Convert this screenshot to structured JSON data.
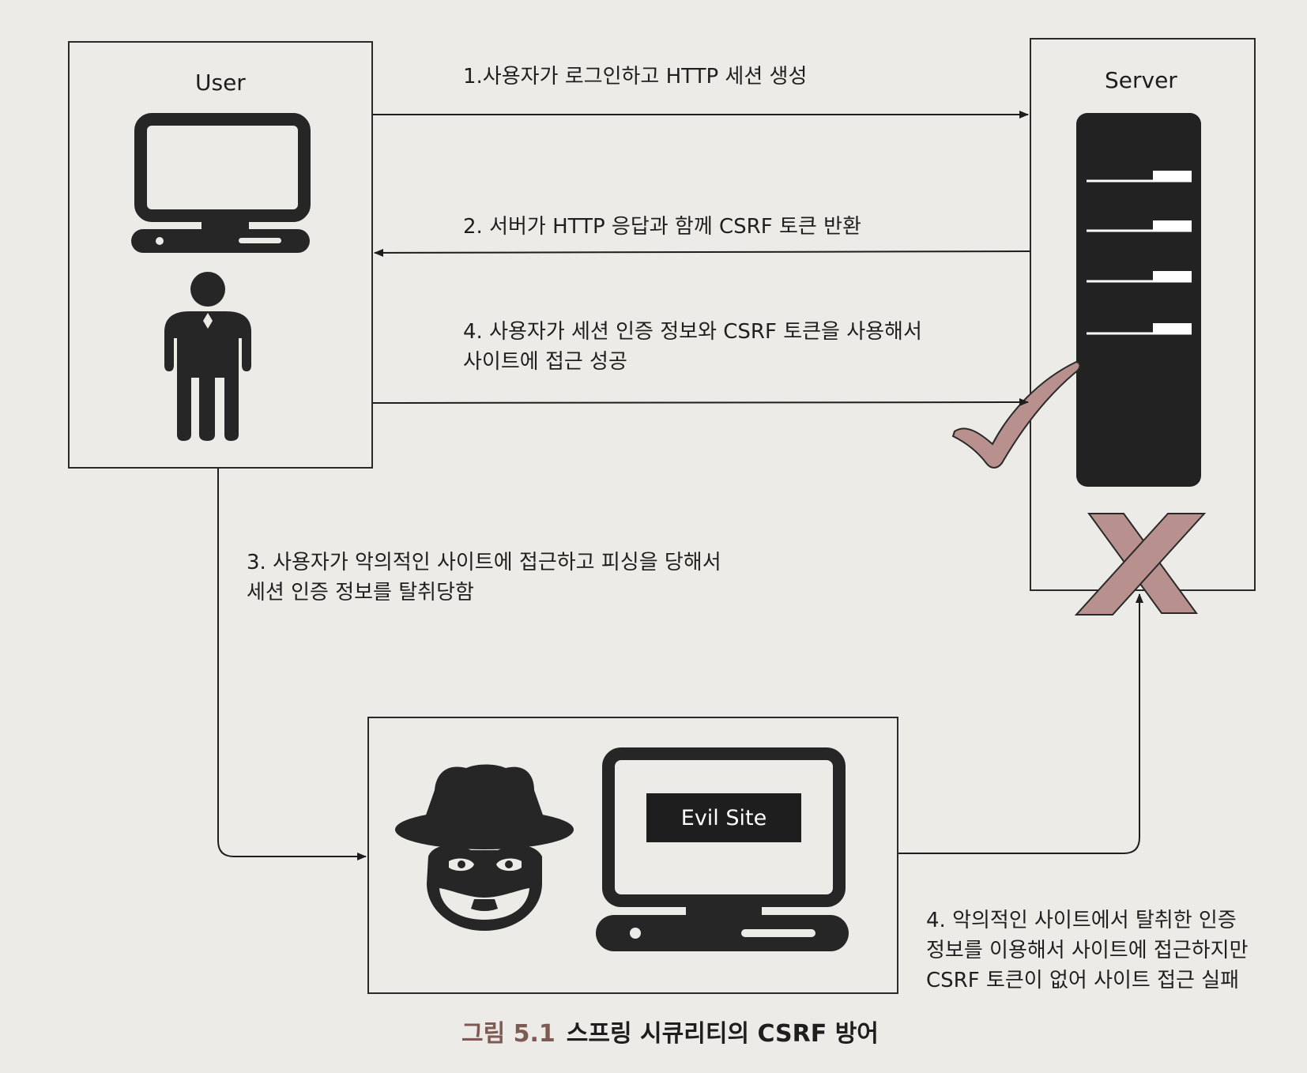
{
  "nodes": {
    "user": {
      "label": "User"
    },
    "server": {
      "label": "Server"
    },
    "attacker": {
      "screen_label": "Evil Site"
    }
  },
  "edges": [
    {
      "id": "step1",
      "lines": [
        "1.사용자가 로그인하고 HTTP 세션 생성"
      ]
    },
    {
      "id": "step2",
      "lines": [
        "2. 서버가 HTTP 응답과 함께 CSRF 토큰 반환"
      ]
    },
    {
      "id": "step4_success",
      "lines": [
        "4. 사용자가 세션 인증 정보와 CSRF 토큰을 사용해서",
        "사이트에 접근 성공"
      ]
    },
    {
      "id": "step3",
      "lines": [
        "3. 사용자가 악의적인 사이트에 접근하고 피싱을 당해서",
        "세션 인증 정보를 탈취당함"
      ]
    },
    {
      "id": "step4_fail",
      "lines": [
        "4. 악의적인 사이트에서 탈취한 인증",
        "정보를 이용해서 사이트에 접근하지만",
        "CSRF 토큰이 없어 사이트 접근 실패"
      ]
    }
  ],
  "caption": {
    "figure": "그림 5.1",
    "title": "스프링 시큐리티의 CSRF 방어"
  },
  "colors": {
    "mark": "#b8918e",
    "mark_outline": "#2a2a2a",
    "caption_figure": "#7d5a52",
    "icon": "#262626",
    "paper": "#ecebe7"
  }
}
